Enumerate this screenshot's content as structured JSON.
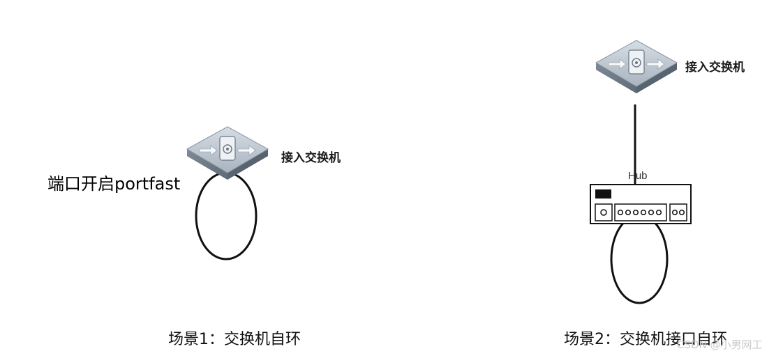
{
  "scene1": {
    "switch_label": "接入交换机",
    "annotation": "端口开启portfast",
    "caption": "场景1：交换机自环"
  },
  "scene2": {
    "switch_label": "接入交换机",
    "hub_label": "Hub",
    "caption": "场景2：交换机接口自环"
  },
  "watermark": "CSDN @小男网工"
}
